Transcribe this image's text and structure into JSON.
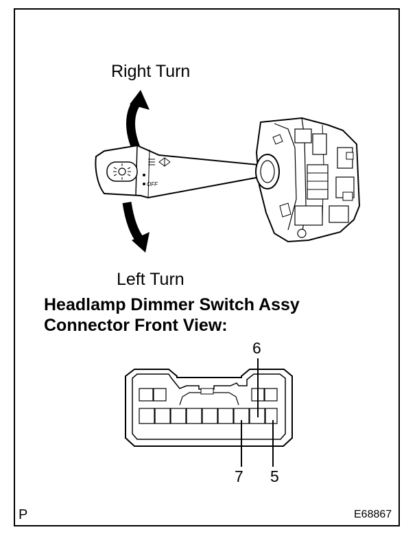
{
  "labels": {
    "right_turn": "Right Turn",
    "left_turn": "Left Turn",
    "title_line1": "Headlamp Dimmer Switch Assy",
    "title_line2": "Connector Front View:",
    "off_mark": "OFF",
    "corner_letter": "P",
    "figure_id": "E68867"
  },
  "pins": {
    "pin6": "6",
    "pin7": "7",
    "pin5": "5"
  }
}
